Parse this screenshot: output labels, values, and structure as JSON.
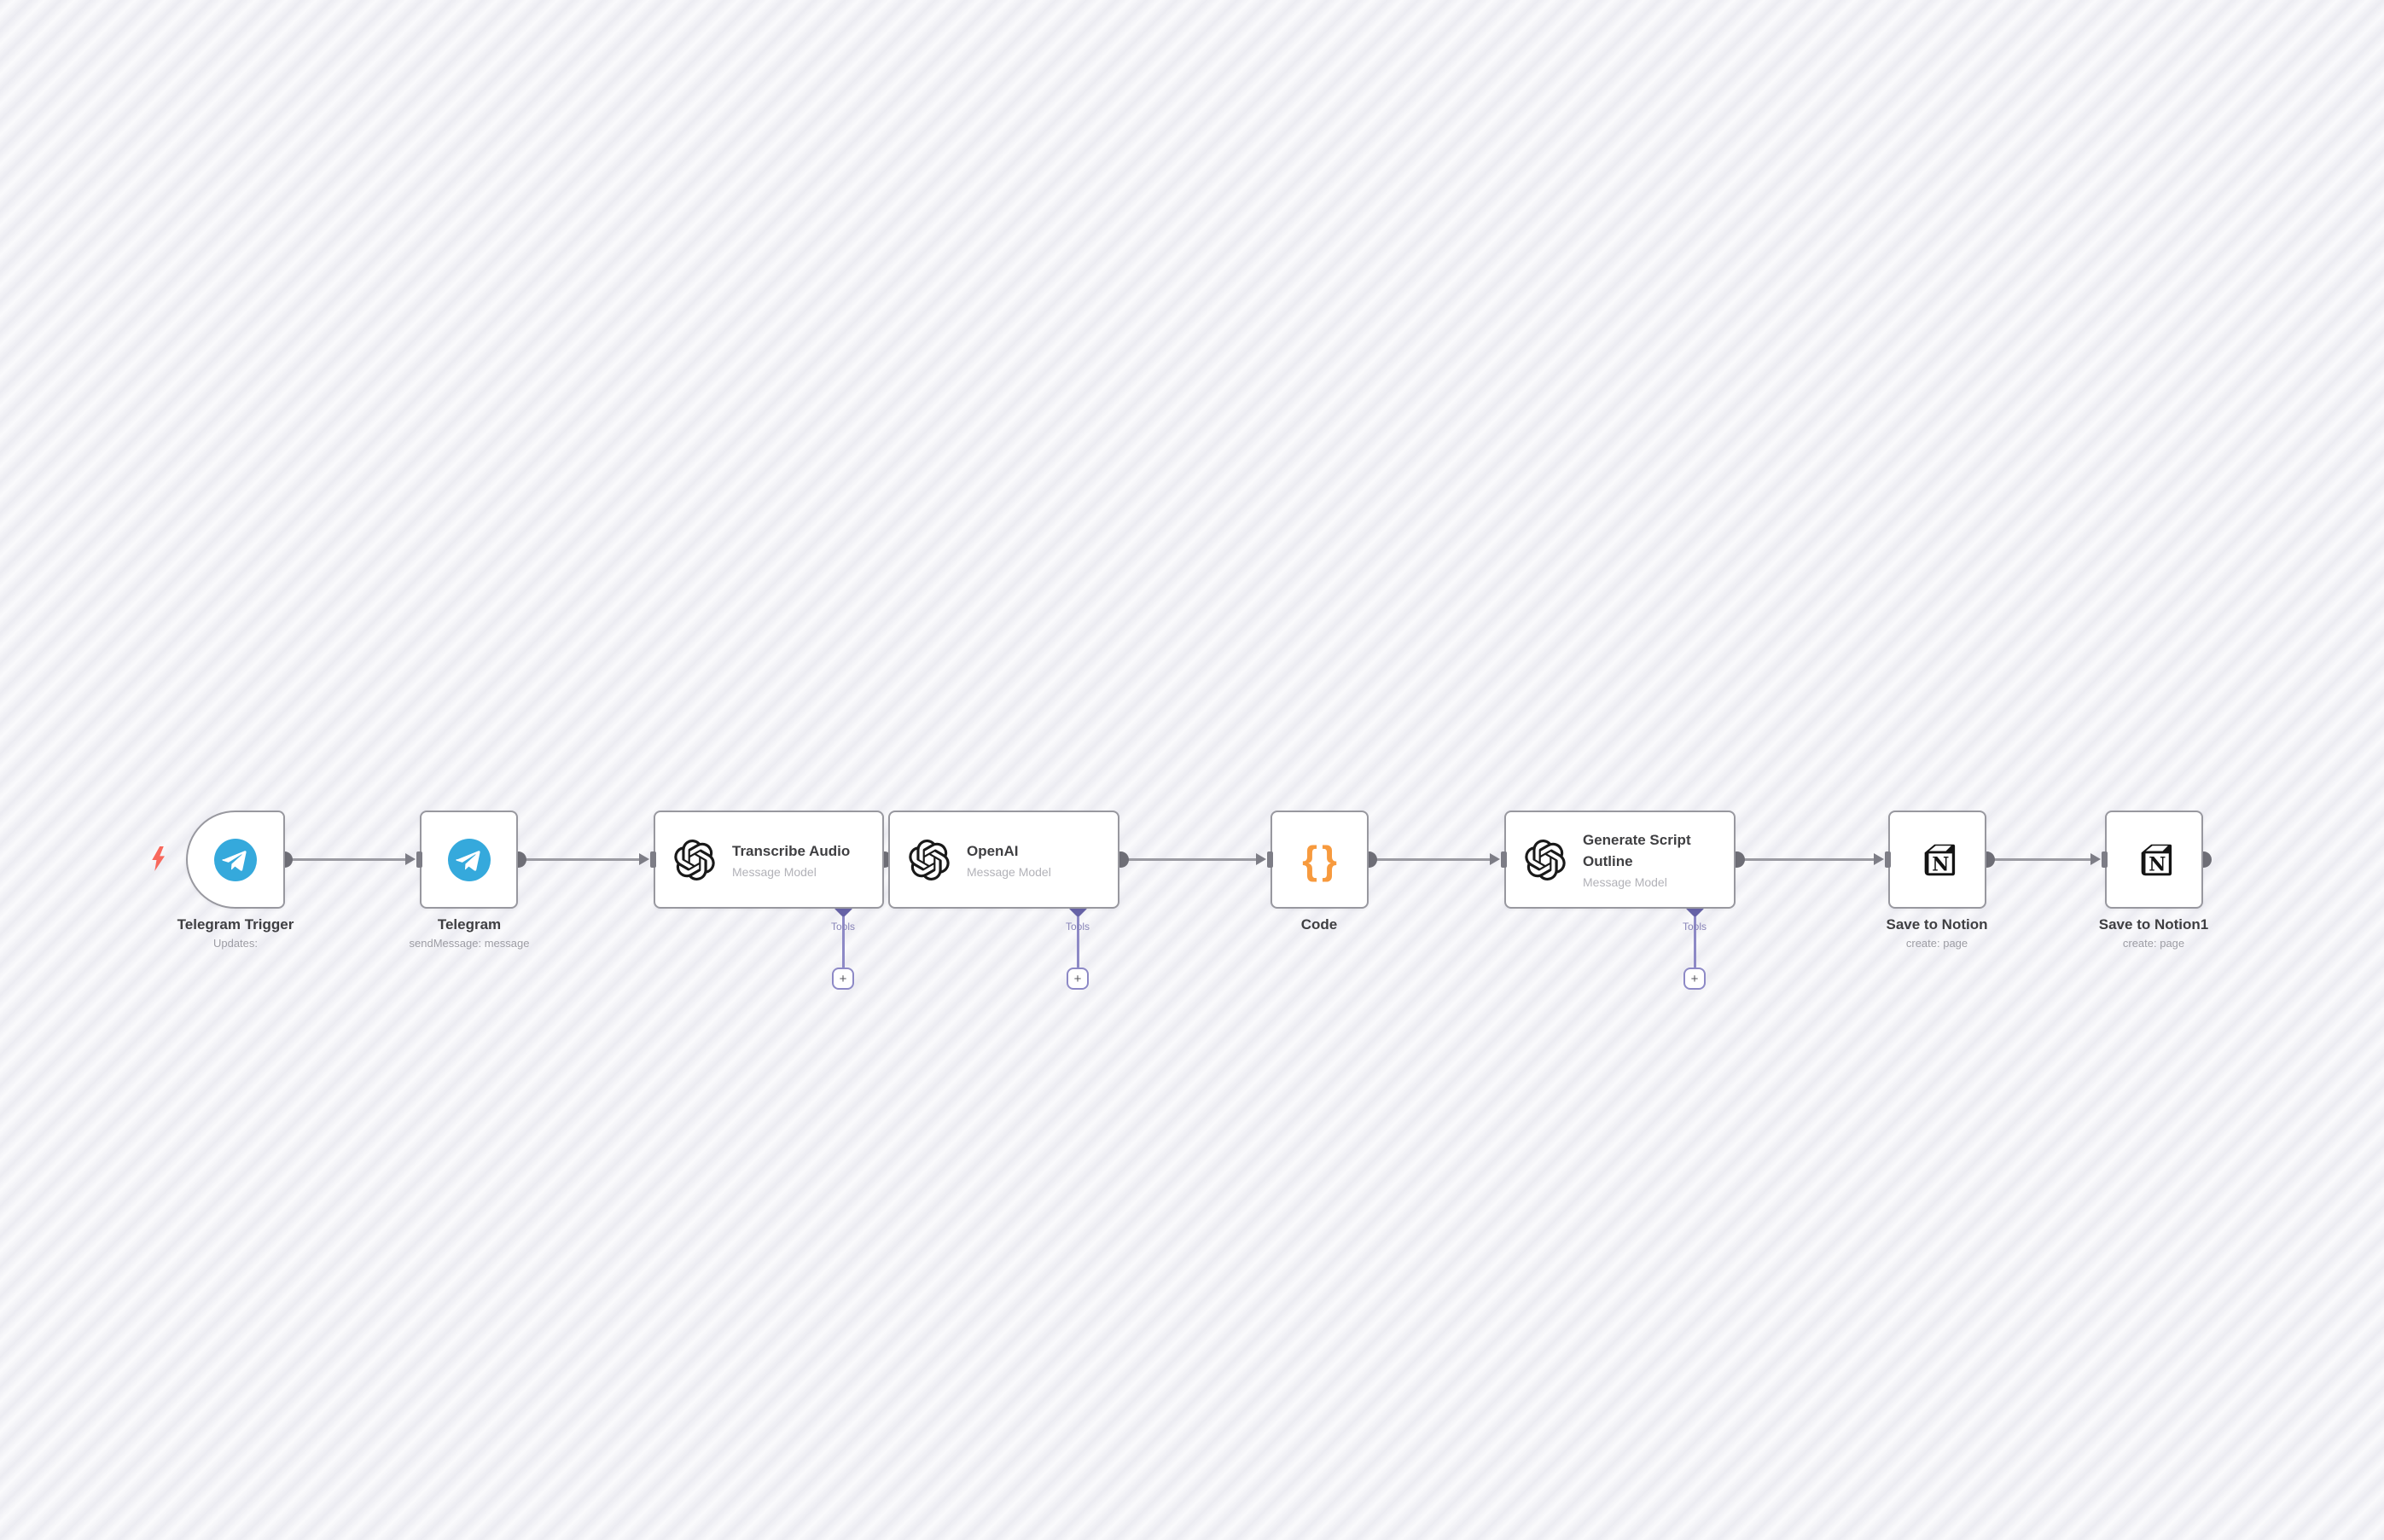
{
  "workflow": {
    "nodes": [
      {
        "id": "telegram-trigger",
        "title": "Telegram Trigger",
        "subtitle": "Updates:",
        "icon": "telegram-icon",
        "kind": "trigger"
      },
      {
        "id": "telegram",
        "title": "Telegram",
        "subtitle": "sendMessage: message",
        "icon": "telegram-icon",
        "kind": "action"
      },
      {
        "id": "transcribe-audio",
        "title": "Transcribe Audio",
        "subtitle": "Message Model",
        "icon": "openai-icon",
        "kind": "ai",
        "tools_label": "Tools",
        "add_button": "+"
      },
      {
        "id": "openai",
        "title": "OpenAI",
        "subtitle": "Message Model",
        "icon": "openai-icon",
        "kind": "ai",
        "tools_label": "Tools",
        "add_button": "+"
      },
      {
        "id": "code",
        "title": "Code",
        "subtitle": "",
        "icon": "code-braces-icon",
        "icon_text": "{}",
        "kind": "action"
      },
      {
        "id": "generate-script-outline",
        "title": "Generate Script Outline",
        "subtitle": "Message Model",
        "icon": "openai-icon",
        "kind": "ai",
        "tools_label": "Tools",
        "add_button": "+"
      },
      {
        "id": "save-to-notion",
        "title": "Save to Notion",
        "subtitle": "create: page",
        "icon": "notion-icon",
        "kind": "action"
      },
      {
        "id": "save-to-notion1",
        "title": "Save to Notion1",
        "subtitle": "create: page",
        "icon": "notion-icon",
        "kind": "action"
      }
    ],
    "connections": [
      "telegram-trigger->telegram",
      "telegram->transcribe-audio",
      "transcribe-audio->openai",
      "openai->code",
      "code->generate-script-outline",
      "generate-script-outline->save-to-notion",
      "save-to-notion->save-to-notion1"
    ],
    "trigger_indicator_icon": "lightning-bolt-icon"
  },
  "colors": {
    "telegram-blue": "#35a9dc",
    "code-orange": "#f79a3e",
    "bolt-red": "#f8685c",
    "connector-purple": "#6662a6",
    "connector-purple-light": "#8d89c6",
    "connector-purple-text": "#8884b8",
    "line-gray": "#9b9ba2",
    "dot-gray": "#6e6e76",
    "port-gray": "#7d7d86",
    "node-border": "#98989f",
    "title-dark": "#3f3f42",
    "subtitle-gray": "#9d9da4",
    "subtitle-light": "#b2b2b8"
  }
}
